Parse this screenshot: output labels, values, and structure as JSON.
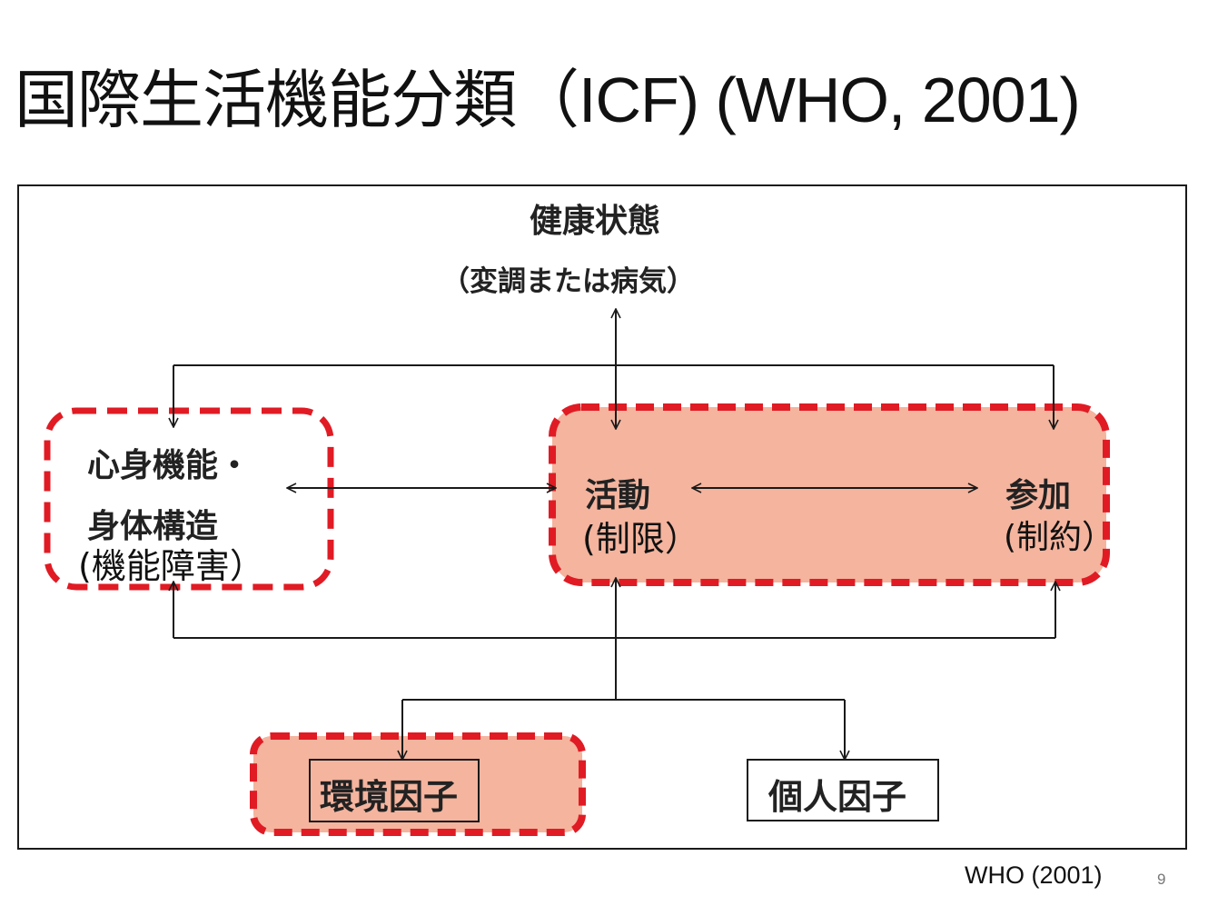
{
  "slide": {
    "title": "国際生活機能分類（ICF) (WHO, 2001)",
    "footer_source": "WHO (2001)",
    "page_number": "9"
  },
  "diagram": {
    "health_condition": {
      "label": "健康状態",
      "sublabel": "（変調または病気）"
    },
    "body_functions": {
      "line1": "心身機能・",
      "line2": "身体構造",
      "impairment": "(機能障害）"
    },
    "activity": {
      "label": "活動",
      "limitation": "(制限）"
    },
    "participation": {
      "label": "参加",
      "restriction": "(制約）"
    },
    "environmental_factors": {
      "label": "環境因子"
    },
    "personal_factors": {
      "label": "個人因子"
    }
  },
  "colors": {
    "highlight_fill": "#f4b49e",
    "highlight_dash": "#e01b24",
    "line": "#1a1a1a"
  }
}
